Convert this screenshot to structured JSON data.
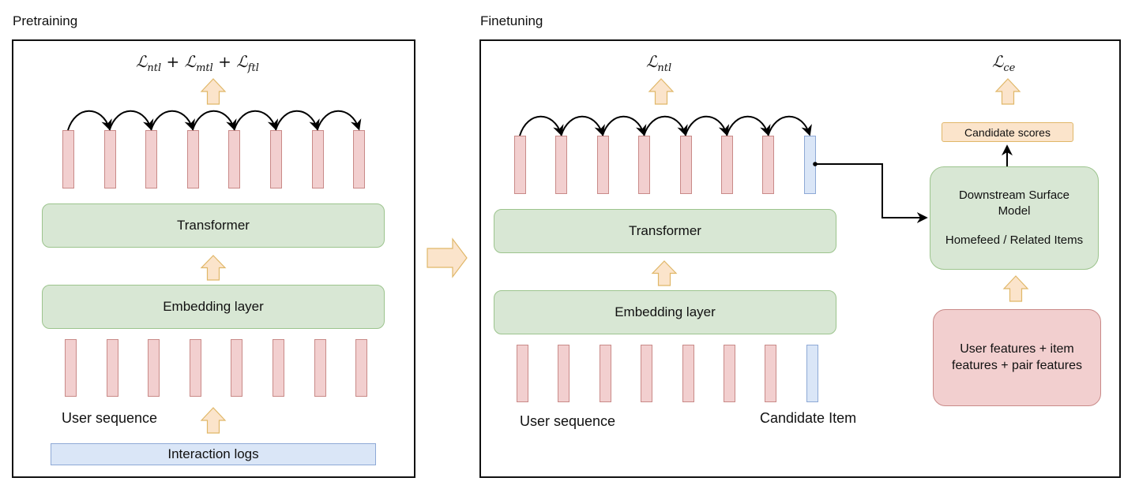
{
  "pretraining": {
    "title": "Pretraining",
    "loss_parts": [
      {
        "symbol": "ℒ",
        "sub": "ntl"
      },
      {
        "symbol": "ℒ",
        "sub": "mtl"
      },
      {
        "symbol": "ℒ",
        "sub": "ftl"
      }
    ],
    "loss_separator": " + ",
    "output_token_count": 8,
    "transformer_label": "Transformer",
    "embedding_label": "Embedding layer",
    "input_token_count": 8,
    "sequence_label": "User sequence",
    "logs_label": "Interaction logs"
  },
  "finetuning": {
    "title": "Finetuning",
    "loss": {
      "symbol": "ℒ",
      "sub": "ntl"
    },
    "output_token_count": 8,
    "transformer_label": "Transformer",
    "embedding_label": "Embedding layer",
    "input_token_count": 8,
    "sequence_label": "User sequence",
    "candidate_label": "Candidate Item",
    "ce_loss": {
      "symbol": "ℒ",
      "sub": "ce"
    },
    "candidate_scores_label": "Candidate scores",
    "downstream_model": {
      "line1": "Downstream Surface",
      "line2": "Model",
      "line3": "Homefeed / Related Items"
    },
    "features_box": {
      "line1": "User features + item",
      "line2": "features + pair features"
    }
  },
  "colors": {
    "token_fill": "#f2cfcf",
    "token_stroke": "#c98a88",
    "candidate_fill": "#dae6f7",
    "candidate_stroke": "#8ea9d6",
    "box_green": "#d8e7d4",
    "arrow_fill": "#fbe4cb",
    "arrow_stroke": "#e0b768"
  }
}
